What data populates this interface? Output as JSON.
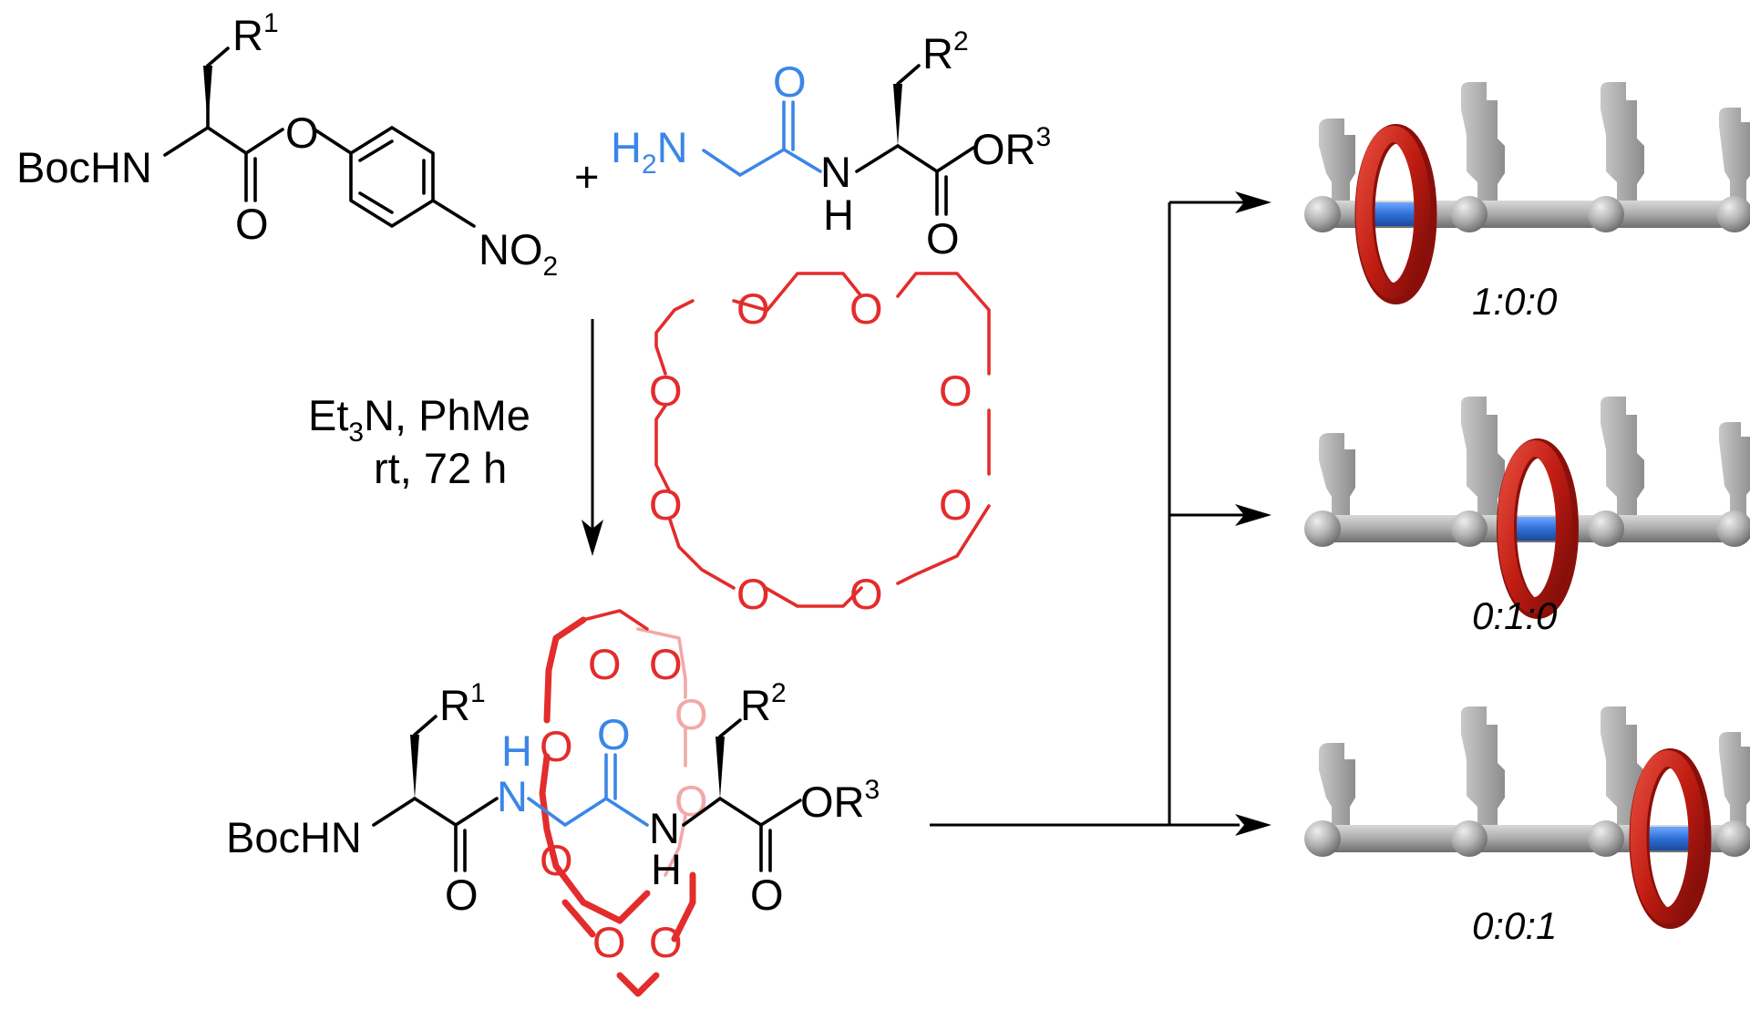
{
  "reactant1": {
    "r1": "R",
    "r1_sup": "1",
    "bochn": "BocHN",
    "carbonyl_o": "O",
    "ester_o": "O",
    "no2_prefix": "NO",
    "no2_sub": "2"
  },
  "plus": "+",
  "reactant2": {
    "h2n_h": "H",
    "h2n_sub": "2",
    "h2n_n": "N",
    "carbonyl_o_blue": "O",
    "nh_n": "N",
    "nh_h": "H",
    "r2": "R",
    "r2_sup": "2",
    "or3": "OR",
    "or3_sup": "3",
    "carbonyl_o": "O"
  },
  "conditions": {
    "line1_a": "Et",
    "line1_sub": "3",
    "line1_b": "N, PhMe",
    "line2": "rt, 72 h"
  },
  "crown_ether": {
    "oxygen_label": "O"
  },
  "product": {
    "r1": "R",
    "r1_sup": "1",
    "r2": "R",
    "r2_sup": "2",
    "bochn": "BocHN",
    "nh_h_blue": "H",
    "nh_n_blue": "N",
    "carbonyl_o_blue": "O",
    "nh_n": "N",
    "nh_h": "H",
    "or3": "OR",
    "or3_sup": "3",
    "o_left": "O",
    "o_right": "O"
  },
  "outcomes": [
    {
      "ratio": "1:0:0",
      "ring_station": 1
    },
    {
      "ratio": "0:1:0",
      "ring_station": 2
    },
    {
      "ratio": "0:0:1",
      "ring_station": 3
    }
  ],
  "colors": {
    "crown": "#e32c2c",
    "glycine": "#3b86e8",
    "axle": "#9e9e9e",
    "ring": "#c41d16"
  }
}
